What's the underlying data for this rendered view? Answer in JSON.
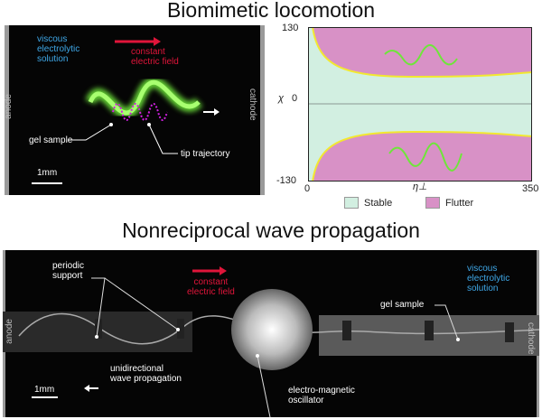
{
  "top": {
    "title": "Biomimetic locomotion",
    "photo": {
      "anode": "anode",
      "cathode": "cathode",
      "solution": "viscous\nelectrolytic\nsolution",
      "field": "constant\nelectric field",
      "gel": "gel sample",
      "tip": "tip trajectory",
      "scale": "1mm"
    },
    "chart": {
      "ylabel": "χ",
      "xlabel": "η⊥",
      "yticks": [
        "130",
        "0",
        "-130"
      ],
      "xticks": [
        "0",
        "350"
      ],
      "legend": [
        {
          "label": "Stable",
          "color": "#d2efe1"
        },
        {
          "label": "Flutter",
          "color": "#d891c6"
        }
      ]
    }
  },
  "bottom": {
    "title": "Nonreciprocal wave propagation",
    "anode": "anode",
    "cathode": "cathode",
    "support": "periodic\nsupport",
    "field": "constant\nelectric field",
    "solution": "viscous\nelectrolytic\nsolution",
    "gel": "gel sample",
    "wave": "unidirectional\nwave propagation",
    "oscillator": "electro-magnetic\noscillator",
    "scale": "1mm"
  }
}
